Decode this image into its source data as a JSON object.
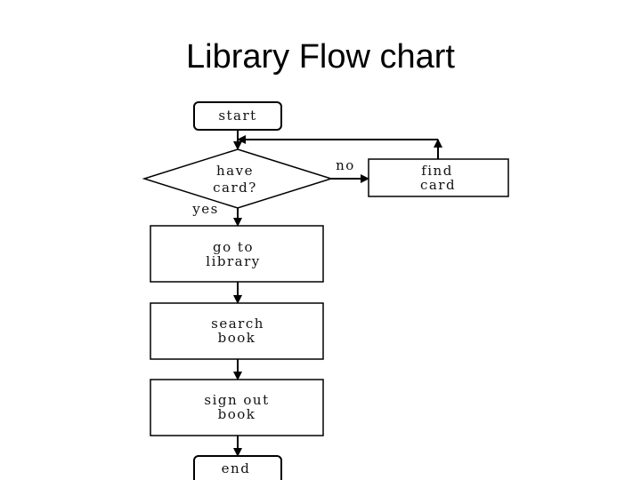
{
  "title": "Library Flow chart",
  "flowchart": {
    "nodes": {
      "start": {
        "label": "start"
      },
      "decision": {
        "line1": "have",
        "line2": "card?"
      },
      "find_card": {
        "line1": "find",
        "line2": "card"
      },
      "go_to_library": {
        "line1": "go to",
        "line2": "library"
      },
      "search_book": {
        "line1": "search",
        "line2": "book"
      },
      "sign_out_book": {
        "line1": "sign out",
        "line2": "book"
      },
      "end": {
        "label": "end"
      }
    },
    "edges": {
      "no_label": "no",
      "yes_label": "yes"
    }
  },
  "colors": {
    "stroke": "#000000",
    "fill": "#ffffff",
    "text": "#111111"
  }
}
